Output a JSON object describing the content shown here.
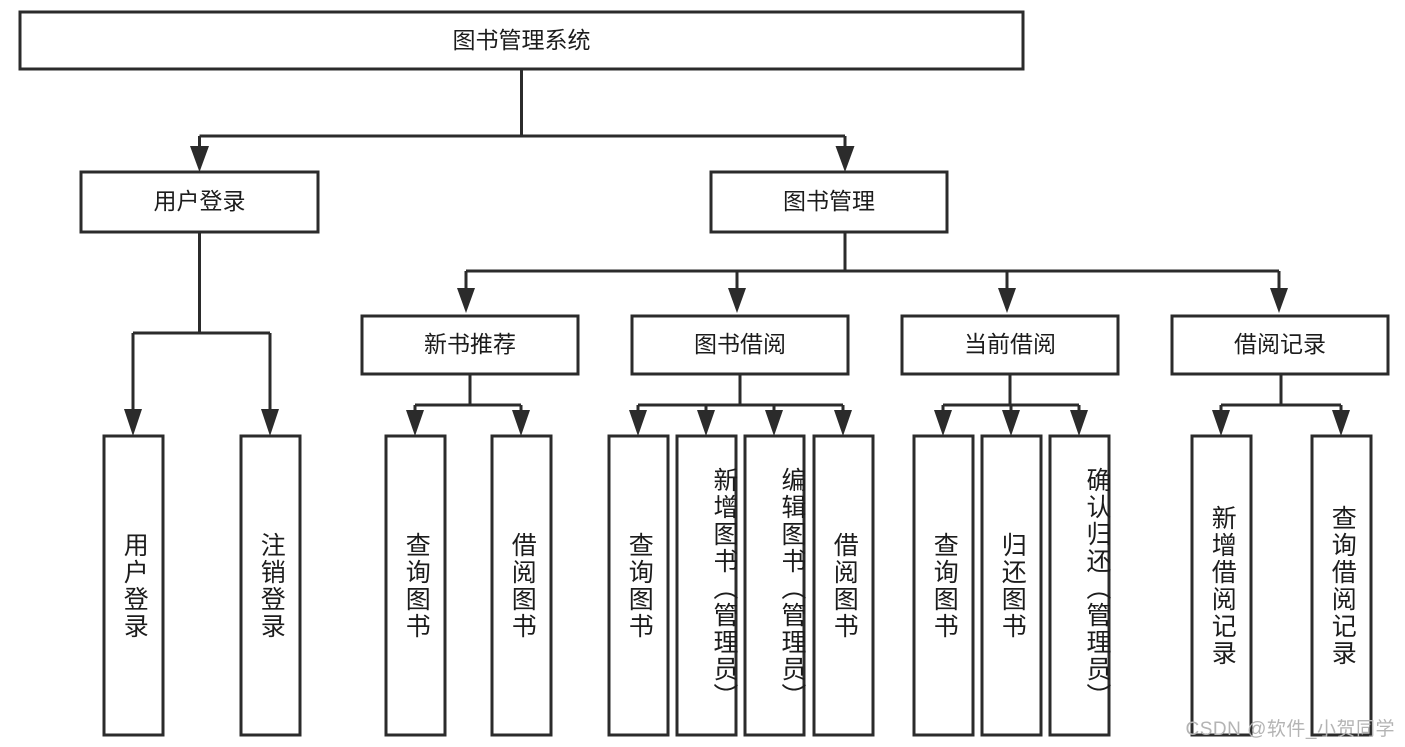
{
  "diagram": {
    "type": "tree-hierarchy-chart",
    "root": {
      "id": "system",
      "label": "图书管理系统"
    },
    "level2": [
      {
        "id": "user-login",
        "label": "用户登录"
      },
      {
        "id": "book-management",
        "label": "图书管理"
      }
    ],
    "level3": [
      {
        "id": "new-book-recommend",
        "label": "新书推荐"
      },
      {
        "id": "book-borrow",
        "label": "图书借阅"
      },
      {
        "id": "current-borrow",
        "label": "当前借阅"
      },
      {
        "id": "borrow-record",
        "label": "借阅记录"
      }
    ],
    "leaves": [
      {
        "id": "leaf-user-login",
        "label": "用户登录",
        "parent": "user-login"
      },
      {
        "id": "leaf-logout-login",
        "label": "注销登录",
        "parent": "user-login"
      },
      {
        "id": "leaf-query-book-1",
        "label": "查询图书",
        "parent": "new-book-recommend"
      },
      {
        "id": "leaf-borrow-book-1",
        "label": "借阅图书",
        "parent": "new-book-recommend"
      },
      {
        "id": "leaf-query-book-2",
        "label": "查询图书",
        "parent": "book-borrow"
      },
      {
        "id": "leaf-add-book",
        "label": "新增图书（管理员）",
        "parent": "book-borrow"
      },
      {
        "id": "leaf-edit-book",
        "label": "编辑图书（管理员）",
        "parent": "book-borrow"
      },
      {
        "id": "leaf-borrow-book-2",
        "label": "借阅图书",
        "parent": "book-borrow"
      },
      {
        "id": "leaf-query-book-3",
        "label": "查询图书",
        "parent": "current-borrow"
      },
      {
        "id": "leaf-return-book",
        "label": "归还图书",
        "parent": "current-borrow"
      },
      {
        "id": "leaf-confirm-return",
        "label": "确认归还（管理员）",
        "parent": "current-borrow"
      },
      {
        "id": "leaf-add-record",
        "label": "新增借阅记录",
        "parent": "borrow-record"
      },
      {
        "id": "leaf-query-record",
        "label": "查询借阅记录",
        "parent": "borrow-record"
      }
    ]
  },
  "watermark": {
    "text": "CSDN @软件_小贺同学"
  },
  "colors": {
    "stroke": "#2b2b2b",
    "fill": "#ffffff",
    "text": "#1c1c1c",
    "watermark": "#b4b4b4"
  }
}
